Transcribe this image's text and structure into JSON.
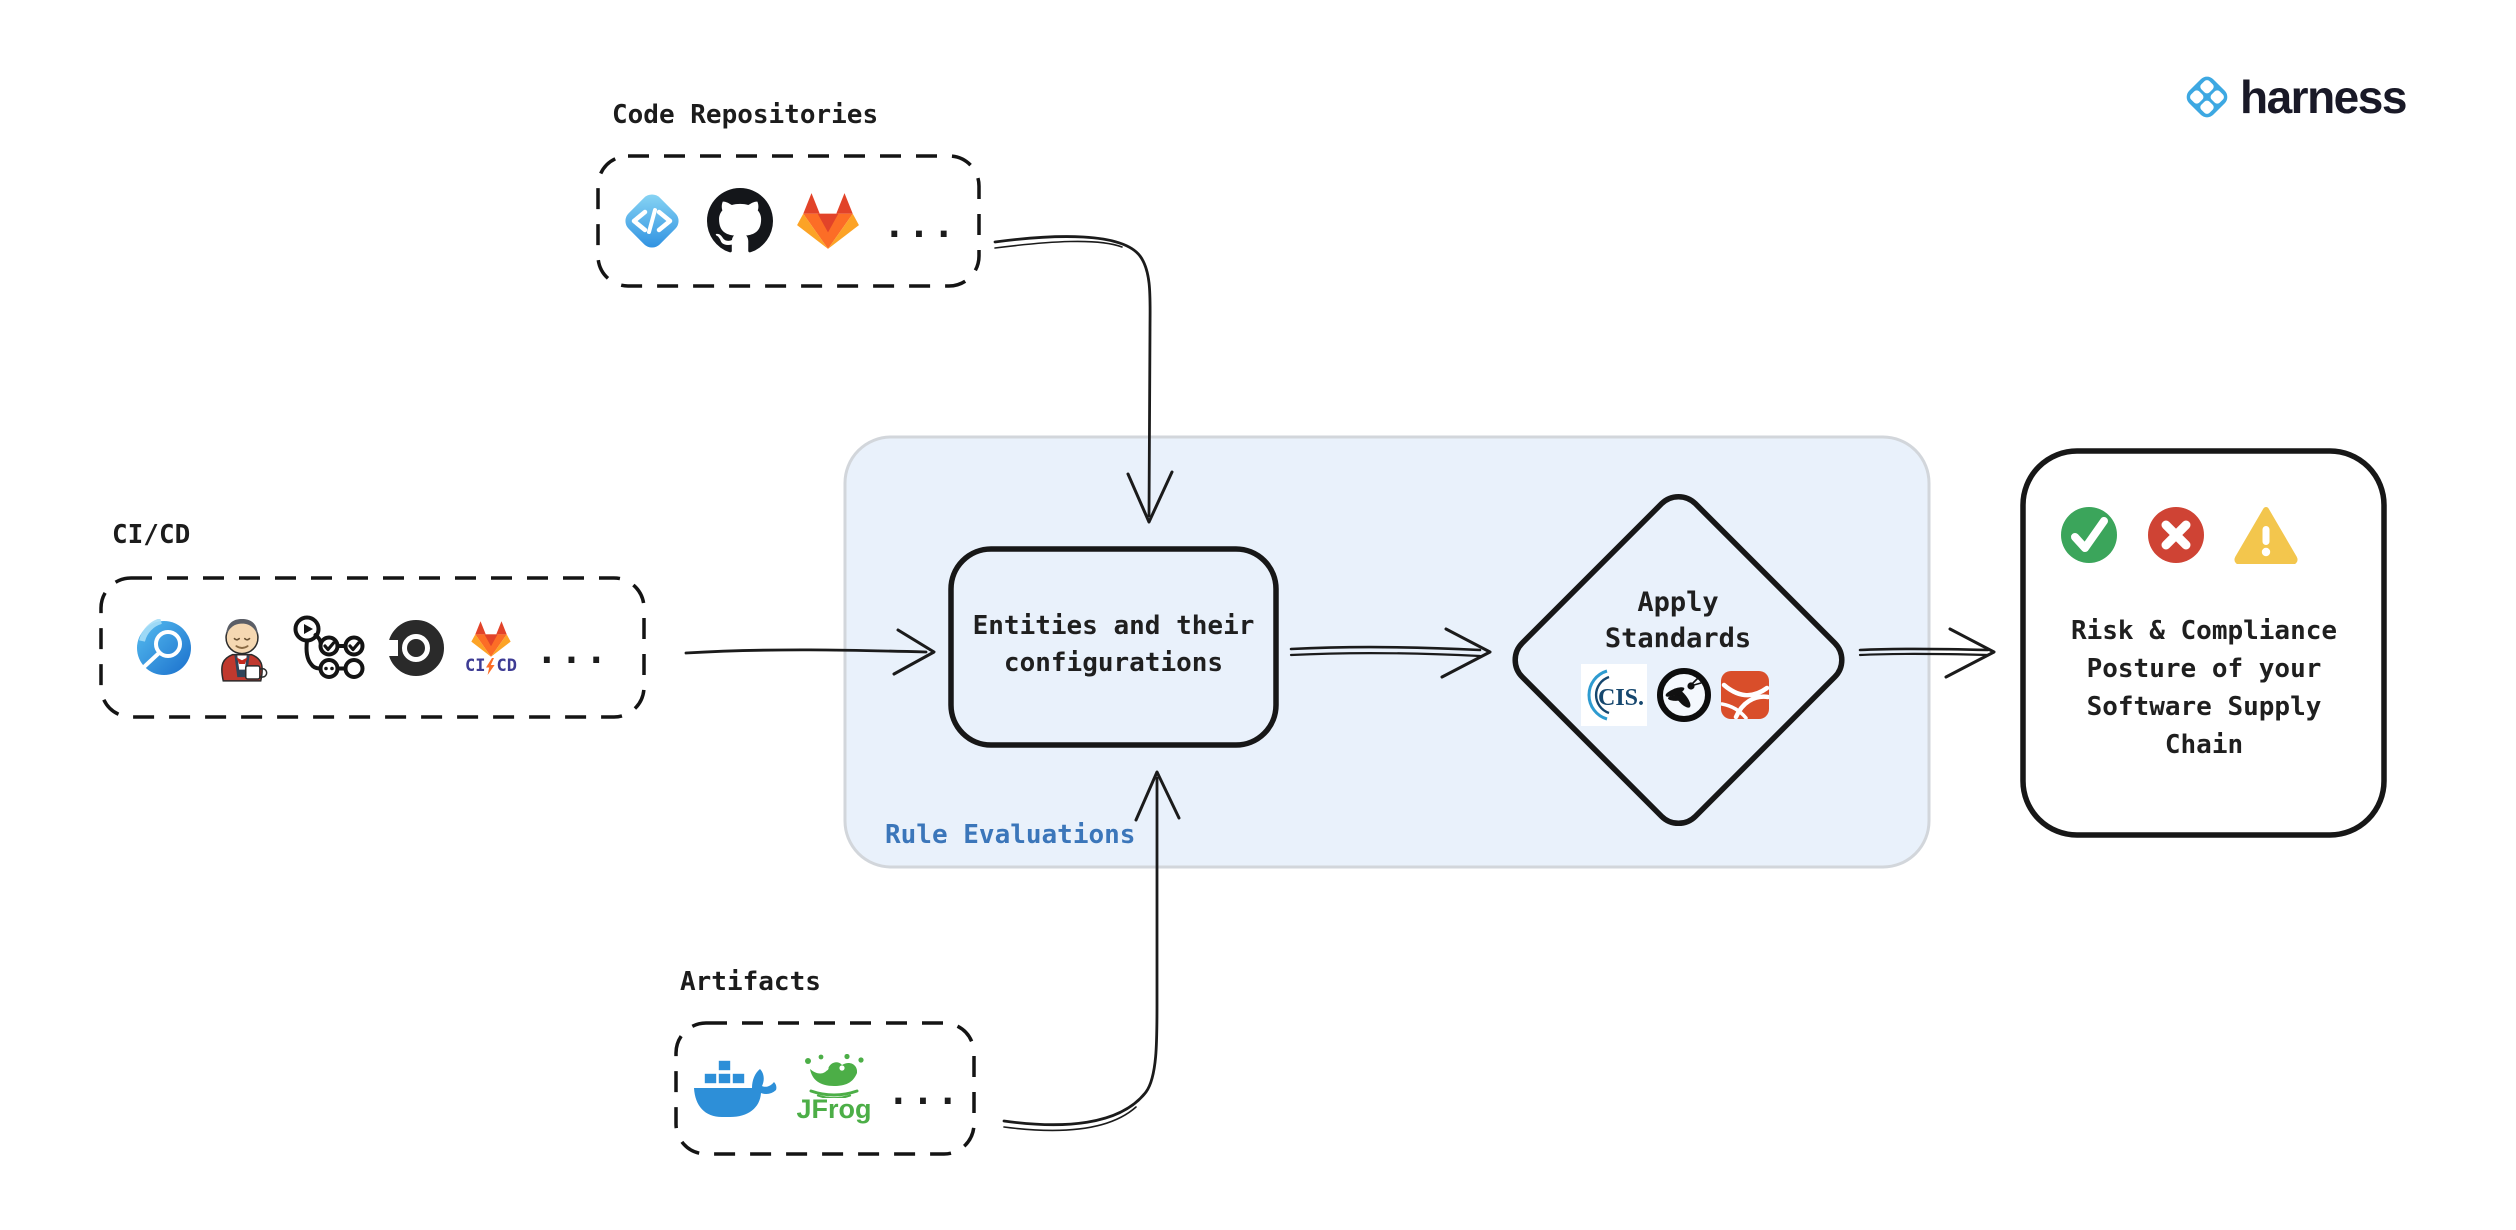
{
  "brand": {
    "name": "harness"
  },
  "sources": {
    "code_repositories": {
      "label": "Code Repositories",
      "icons": [
        "harness-code-icon",
        "github-icon",
        "gitlab-icon"
      ],
      "more": "..."
    },
    "cicd": {
      "label": "CI/CD",
      "icons": [
        "harness-ci-icon",
        "jenkins-icon",
        "github-actions-icon",
        "circleci-icon",
        "gitlab-cicd-icon"
      ],
      "gitlab_ci": "CI",
      "gitlab_cd": "CD",
      "more": "..."
    },
    "artifacts": {
      "label": "Artifacts",
      "icons": [
        "docker-icon",
        "jfrog-icon"
      ],
      "jfrog_label": "JFrog",
      "more": "..."
    }
  },
  "rule_evaluations": {
    "label": "Rule Evaluations",
    "entities_box": {
      "lines": [
        "Entities and their",
        "configurations"
      ]
    },
    "apply_standards": {
      "lines": [
        "Apply",
        "Standards"
      ],
      "icons": [
        "cis-icon",
        "owasp-icon",
        "red-swoosh-standard-icon"
      ],
      "cis_label": "CIS."
    }
  },
  "outcome": {
    "icons": [
      "success-check-icon",
      "failure-cross-icon",
      "warning-triangle-icon"
    ],
    "lines": [
      "Risk & Compliance",
      "Posture of your",
      "Software Supply",
      "Chain"
    ]
  },
  "colors": {
    "container_fill": "#e9f1fb",
    "rule_label_blue": "#3b76ba",
    "brand_blue": "#3da8e2",
    "success_green": "#3ba55b",
    "failure_red": "#cf4334",
    "warning_yellow": "#f3c64d",
    "docker_blue": "#2d8fd8",
    "jfrog_green": "#4cae47",
    "gitlab_orange": "#fc6d26"
  }
}
